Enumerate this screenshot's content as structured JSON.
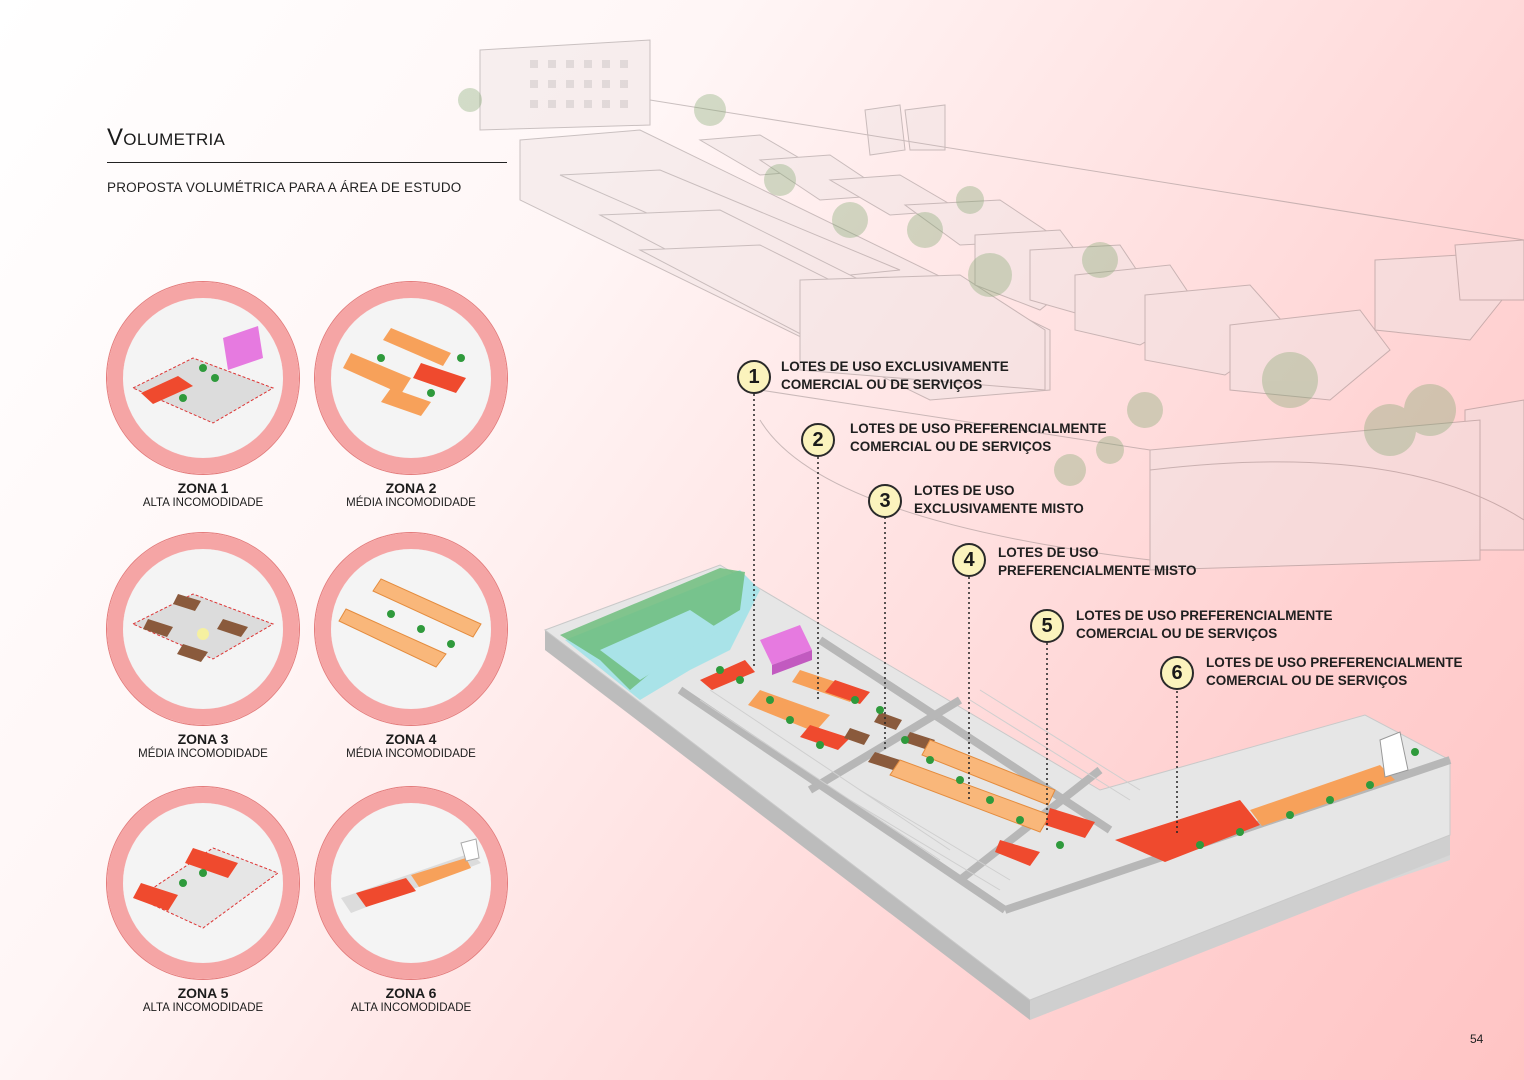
{
  "header": {
    "title": "Volumetria",
    "subtitle": "PROPOSTA VOLUMÉTRICA PARA A ÁREA DE ESTUDO"
  },
  "zones": [
    {
      "name": "ZONA 1",
      "level": "ALTA INCOMODIDADE"
    },
    {
      "name": "ZONA 2",
      "level": "MÉDIA INCOMODIDADE"
    },
    {
      "name": "ZONA 3",
      "level": "MÉDIA INCOMODIDADE"
    },
    {
      "name": "ZONA 4",
      "level": "MÉDIA INCOMODIDADE"
    },
    {
      "name": "ZONA 5",
      "level": "ALTA INCOMODIDADE"
    },
    {
      "name": "ZONA 6",
      "level": "ALTA INCOMODIDADE"
    }
  ],
  "callouts": [
    {
      "number": "1",
      "line1": "LOTES DE USO EXCLUSIVAMENTE",
      "line2": "COMERCIAL OU DE SERVIÇOS"
    },
    {
      "number": "2",
      "line1": "LOTES DE USO PREFERENCIALMENTE",
      "line2": "COMERCIAL OU DE SERVIÇOS"
    },
    {
      "number": "3",
      "line1": "LOTES DE USO",
      "line2": "EXCLUSIVAMENTE MISTO"
    },
    {
      "number": "4",
      "line1": "LOTES DE USO",
      "line2": "PREFERENCIALMENTE MISTO"
    },
    {
      "number": "5",
      "line1": "LOTES DE USO PREFERENCIALMENTE",
      "line2": "COMERCIAL OU DE SERVIÇOS"
    },
    {
      "number": "6",
      "line1": "LOTES DE USO PREFERENCIALMENTE",
      "line2": "COMERCIAL OU DE SERVIÇOS"
    }
  ],
  "page_number": "54",
  "colors": {
    "zone_ring": "#f5a5a5",
    "number_badge": "#fbf3bd",
    "commercial_red": "#ef4a2e",
    "preferential_orange": "#f7a15a",
    "mixed_brown": "#8a5a3c",
    "water": "#a9e3e8",
    "park_green": "#6fbd7c",
    "tree_green": "#2f9a3c",
    "tower_pink": "#e67ae0"
  }
}
